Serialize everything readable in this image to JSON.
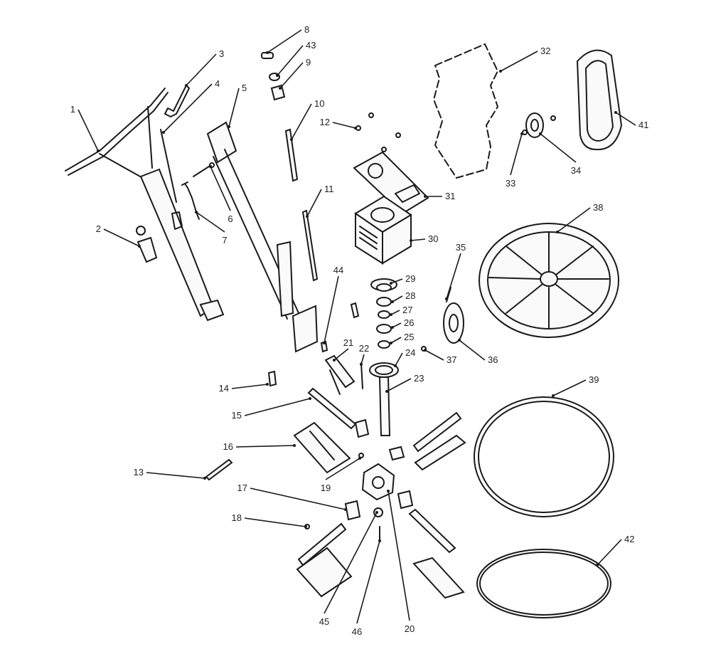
{
  "labels": [
    "1",
    "2",
    "3",
    "4",
    "5",
    "6",
    "7",
    "8",
    "43",
    "9",
    "10",
    "11",
    "12",
    "31",
    "30",
    "32",
    "41",
    "33",
    "34",
    "38",
    "35",
    "36",
    "37",
    "29",
    "28",
    "27",
    "26",
    "25",
    "24",
    "23",
    "21",
    "22",
    "44",
    "14",
    "15",
    "16",
    "13",
    "17",
    "18",
    "19",
    "45",
    "46",
    "20",
    "39",
    "42"
  ]
}
